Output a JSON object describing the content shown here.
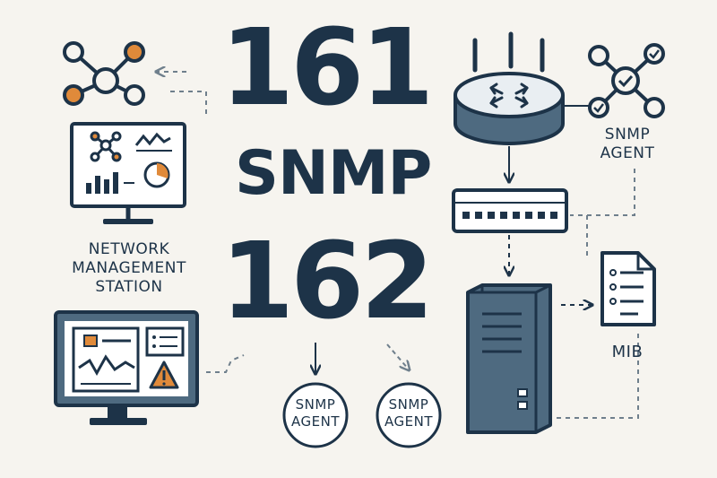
{
  "headline": {
    "port_a": "161",
    "protocol": "SNMP",
    "port_b": "162"
  },
  "labels": {
    "nms_line1": "NETWORK",
    "nms_line2": "MANAGEMENT",
    "nms_line3": "STATION",
    "agent_top_line1": "SNMP",
    "agent_top_line2": "AGENT",
    "agent_circle1_line1": "SNMP",
    "agent_circle1_line2": "AGENT",
    "agent_circle2_line1": "SNMP",
    "agent_circle2_line2": "AGENT",
    "mib": "MIB"
  },
  "colors": {
    "background": "#f6f4ef",
    "ink": "#1d3348",
    "accent": "#e08a3a",
    "device_fill": "#4e6a80",
    "panel_fill": "#ffffff"
  },
  "icons": [
    "network-topology-icon",
    "dashboard-monitor-icon",
    "alert-monitor-icon",
    "router-icon",
    "network-check-icon",
    "switch-icon",
    "server-tower-icon",
    "document-list-icon",
    "warning-icon"
  ]
}
